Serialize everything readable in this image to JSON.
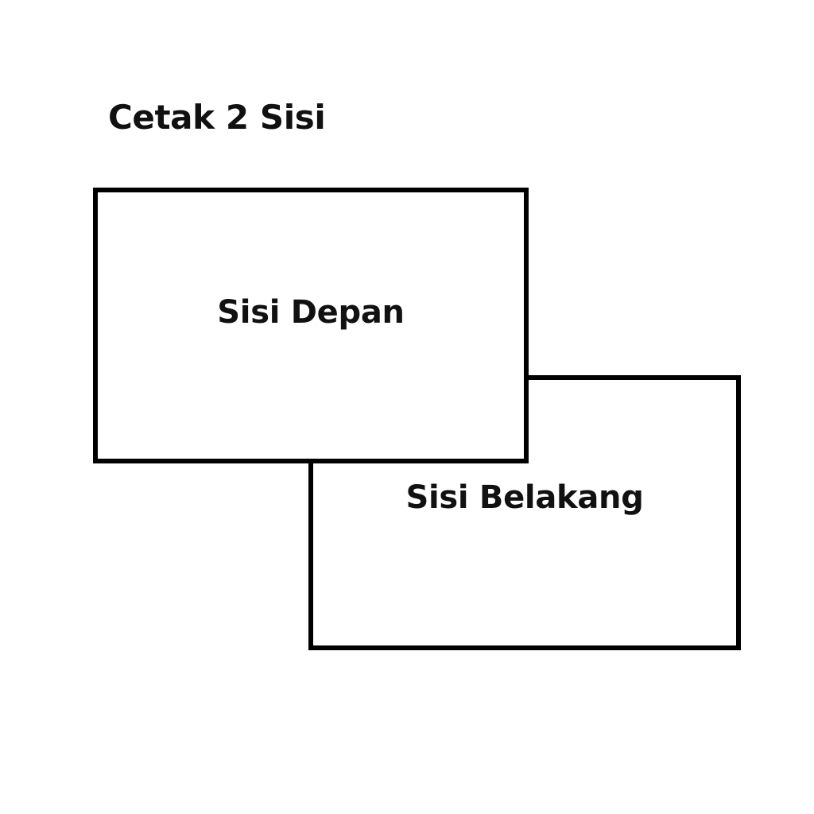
{
  "page": {
    "title": "Cetak 2 Sisi",
    "background_color": "#ffffff",
    "stroke_color": "#000000",
    "text_color": "#111111"
  },
  "diagram": {
    "heading": "Cetak 2 Sisi",
    "sheets": [
      {
        "id": "front",
        "label": "Sisi Depan",
        "layer": "front"
      },
      {
        "id": "back",
        "label": "Sisi Belakang",
        "layer": "back"
      }
    ]
  }
}
